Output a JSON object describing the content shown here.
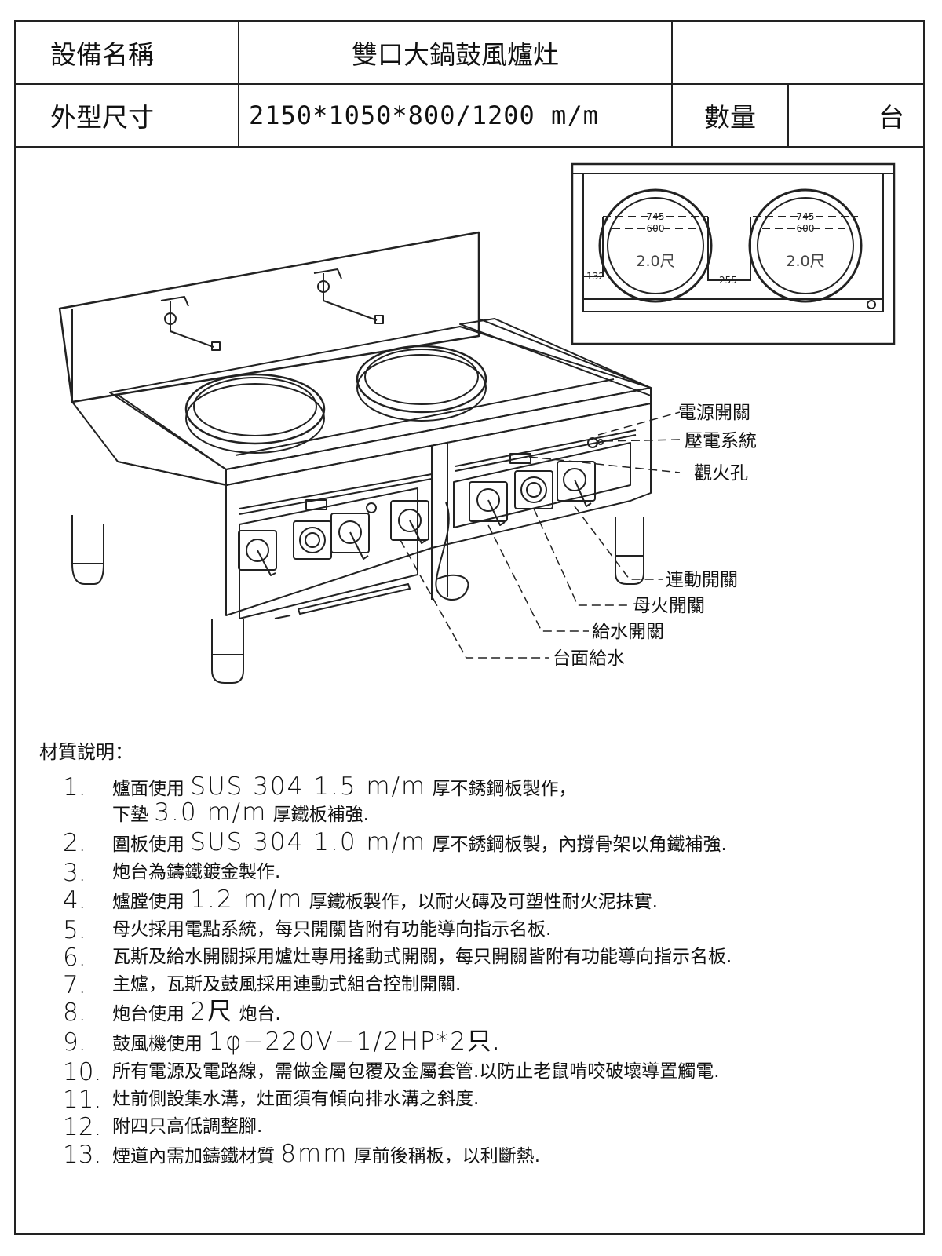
{
  "header": {
    "name_label": "設備名稱",
    "name_value": "雙口大鍋鼓風爐灶",
    "size_label": "外型尺寸",
    "size_value": "2150*1050*800/1200 m/m",
    "qty_label": "數量",
    "qty_unit": "台"
  },
  "plan": {
    "burner_outer": "745",
    "burner_inner": "600",
    "burner_size": "2.0尺",
    "edge_gap": "132",
    "middle_gap": "255"
  },
  "callouts": {
    "power_switch": "電源開關",
    "piezo_system": "壓電系統",
    "sight_hole": "觀火孔",
    "linked_switch": "連動開關",
    "pilot_switch": "母火開關",
    "water_switch": "給水開關",
    "counter_water": "台面給水"
  },
  "notes": {
    "title": "材質說明：",
    "items": [
      {
        "num": "1.",
        "parts": [
          "爐面使用 ",
          "SUS 304 1.5 m/m",
          " 厚不銹鋼板製作，"
        ],
        "line2": [
          "下墊 ",
          "3.0 m/m",
          " 厚鐵板補強."
        ]
      },
      {
        "num": "2.",
        "parts": [
          "圍板使用 ",
          "SUS 304 1.0 m/m",
          " 厚不銹鋼板製，內撐骨架以角鐵補強."
        ]
      },
      {
        "num": "3.",
        "parts": [
          "炮台為鑄鐵鍍金製作.",
          "",
          ""
        ]
      },
      {
        "num": "4.",
        "parts": [
          "爐膛使用 ",
          "1.2 m/m",
          " 厚鐵板製作，以耐火磚及可塑性耐火泥抹實."
        ]
      },
      {
        "num": "5.",
        "parts": [
          "母火採用電點系統，每只開關皆附有功能導向指示名板.",
          "",
          ""
        ]
      },
      {
        "num": "6.",
        "parts": [
          "瓦斯及給水開關採用爐灶專用搖動式開關，每只開關皆附有功能導向指示名板.",
          "",
          ""
        ]
      },
      {
        "num": "7.",
        "parts": [
          "主爐，瓦斯及鼓風採用連動式組合控制開關.",
          "",
          ""
        ]
      },
      {
        "num": "8.",
        "parts": [
          "炮台使用 ",
          "2尺",
          " 炮台."
        ]
      },
      {
        "num": "9.",
        "parts": [
          "鼓風機使用 ",
          "1φ−220V−1/2HP*2只",
          "."
        ]
      },
      {
        "num": "10.",
        "parts": [
          "所有電源及電路線，需做金屬包覆及金屬套管.以防止老鼠啃咬破壞導置觸電.",
          "",
          ""
        ]
      },
      {
        "num": "11.",
        "parts": [
          "灶前側設集水溝，灶面須有傾向排水溝之斜度.",
          "",
          ""
        ]
      },
      {
        "num": "12.",
        "parts": [
          "附四只高低調整腳.",
          "",
          ""
        ]
      },
      {
        "num": "13.",
        "parts": [
          "煙道內需加鑄鐵材質 ",
          "8mm",
          " 厚前後稱板，以利斷熱."
        ]
      }
    ]
  }
}
